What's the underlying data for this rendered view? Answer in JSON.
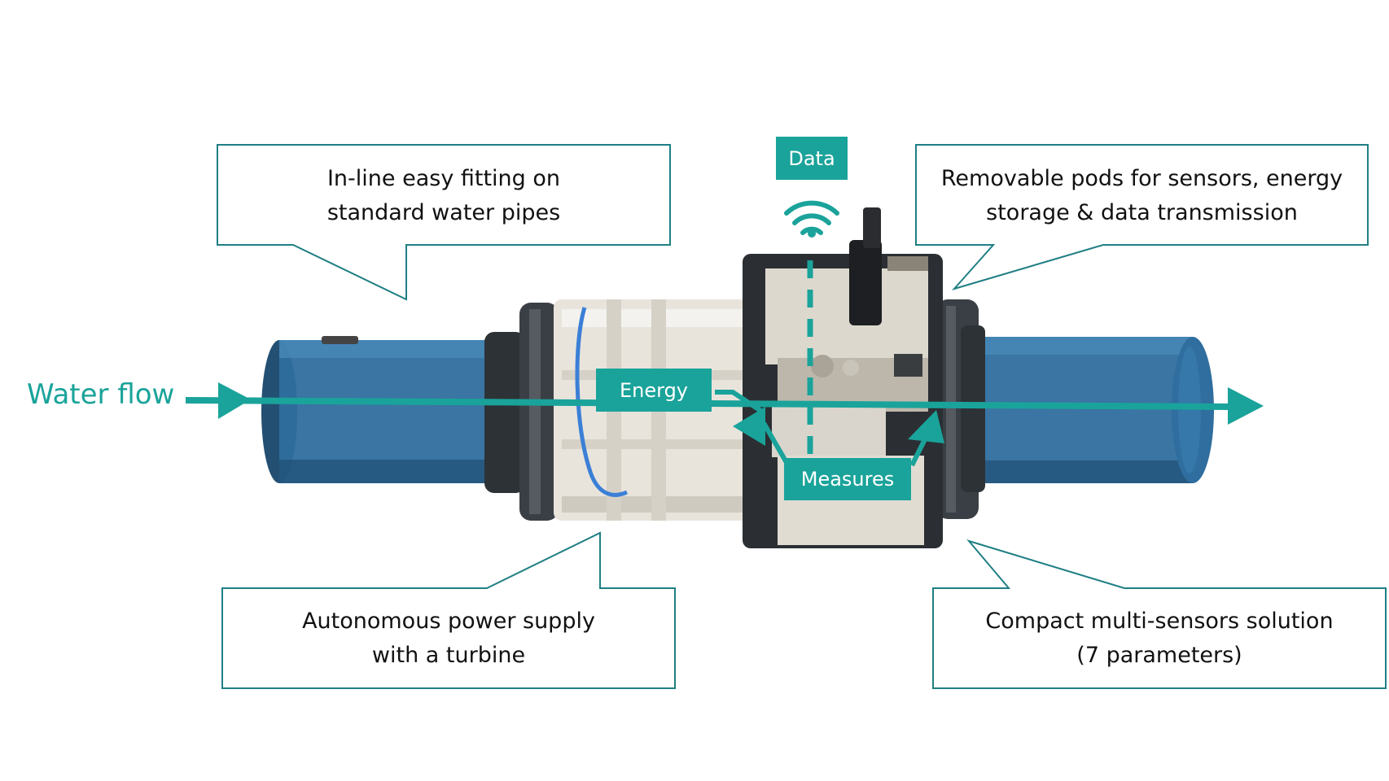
{
  "labels": {
    "water_flow": "Water flow",
    "data": "Data",
    "energy": "Energy",
    "measures": "Measures"
  },
  "callouts": {
    "fitting": {
      "line1": "In-line easy fitting on",
      "line2": "standard water pipes"
    },
    "pods": {
      "line1": "Removable pods for sensors, energy",
      "line2": "storage & data transmission"
    },
    "power": {
      "line1": "Autonomous power supply",
      "line2": "with a turbine"
    },
    "sensors": {
      "line1": "Compact multi-sensors solution",
      "line2": "(7 parameters)"
    }
  },
  "colors": {
    "accent": "#1aa39a",
    "callout_border": "#1f7f84",
    "pipe": "#2f6e9e",
    "flange": "#3a3f45",
    "housing": "#e8e4dc"
  },
  "icons": [
    "wifi-icon",
    "flow-arrow-icon"
  ]
}
